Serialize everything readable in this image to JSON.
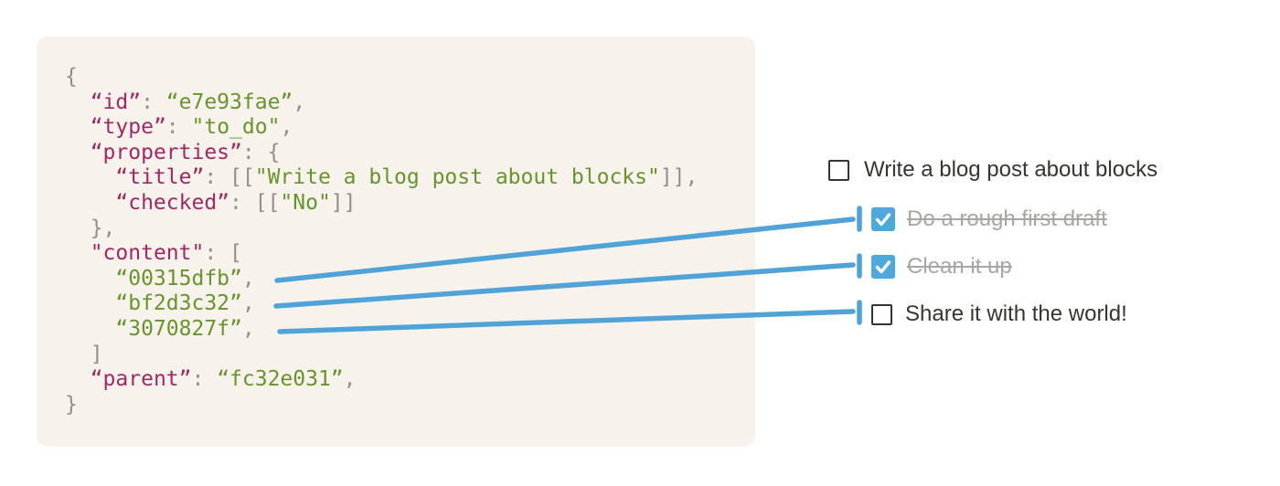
{
  "colors": {
    "page_bg": "#ffffff",
    "code_bg": "#f7f3ec",
    "code_key": "#a12963",
    "code_string": "#67942c",
    "code_punct": "#8f8f8d",
    "connector_blue": "#4fa3d7",
    "checkbox_checked_bg": "#4da8dc",
    "checkbox_border": "#37352f",
    "todo_text": "#37352f",
    "todo_done_text": "#a7a6a2"
  },
  "code_block": {
    "language": "json",
    "lines": [
      {
        "segments": [
          {
            "text": "{",
            "type": "punct"
          }
        ]
      },
      {
        "segments": [
          {
            "text": "  ",
            "type": "punct"
          },
          {
            "text": "“id”",
            "type": "key"
          },
          {
            "text": ": ",
            "type": "punct"
          },
          {
            "text": "“e7e93fae”",
            "type": "string"
          },
          {
            "text": ",",
            "type": "punct"
          }
        ]
      },
      {
        "segments": [
          {
            "text": "  ",
            "type": "punct"
          },
          {
            "text": "“type”",
            "type": "key"
          },
          {
            "text": ": ",
            "type": "punct"
          },
          {
            "text": "\"to_do\"",
            "type": "string"
          },
          {
            "text": ",",
            "type": "punct"
          }
        ]
      },
      {
        "segments": [
          {
            "text": "  ",
            "type": "punct"
          },
          {
            "text": "“properties”",
            "type": "key"
          },
          {
            "text": ": {",
            "type": "punct"
          }
        ]
      },
      {
        "segments": [
          {
            "text": "    ",
            "type": "punct"
          },
          {
            "text": "“title”",
            "type": "key"
          },
          {
            "text": ": [[",
            "type": "punct"
          },
          {
            "text": "\"Write a blog post about blocks\"",
            "type": "string"
          },
          {
            "text": "]],",
            "type": "punct"
          }
        ]
      },
      {
        "segments": [
          {
            "text": "    ",
            "type": "punct"
          },
          {
            "text": "“checked”",
            "type": "key"
          },
          {
            "text": ": [[",
            "type": "punct"
          },
          {
            "text": "\"No\"",
            "type": "string"
          },
          {
            "text": "]]",
            "type": "punct"
          }
        ]
      },
      {
        "segments": [
          {
            "text": "  },",
            "type": "punct"
          }
        ]
      },
      {
        "segments": [
          {
            "text": "  ",
            "type": "punct"
          },
          {
            "text": "\"content\"",
            "type": "key"
          },
          {
            "text": ": [",
            "type": "punct"
          }
        ]
      },
      {
        "segments": [
          {
            "text": "    ",
            "type": "punct"
          },
          {
            "text": "“00315dfb”",
            "type": "string"
          },
          {
            "text": ",",
            "type": "punct"
          }
        ]
      },
      {
        "segments": [
          {
            "text": "    ",
            "type": "punct"
          },
          {
            "text": "“bf2d3c32”",
            "type": "string"
          },
          {
            "text": ",",
            "type": "punct"
          }
        ]
      },
      {
        "segments": [
          {
            "text": "    ",
            "type": "punct"
          },
          {
            "text": "“3070827f”",
            "type": "string"
          },
          {
            "text": ",",
            "type": "punct"
          }
        ]
      },
      {
        "segments": [
          {
            "text": "  ]",
            "type": "punct"
          }
        ]
      },
      {
        "segments": [
          {
            "text": "  ",
            "type": "punct"
          },
          {
            "text": "“parent”",
            "type": "key"
          },
          {
            "text": ": ",
            "type": "punct"
          },
          {
            "text": "“fc32e031”",
            "type": "string"
          },
          {
            "text": ",",
            "type": "punct"
          }
        ]
      },
      {
        "segments": [
          {
            "text": "}",
            "type": "punct"
          }
        ]
      }
    ]
  },
  "todo_list": {
    "items": [
      {
        "label": "Write a blog post about blocks",
        "checked": false,
        "indented": false
      },
      {
        "label": "Do a rough first draft",
        "checked": true,
        "indented": true
      },
      {
        "label": "Clean it up",
        "checked": true,
        "indented": true
      },
      {
        "label": "Share it with the world!",
        "checked": false,
        "indented": true
      }
    ]
  }
}
